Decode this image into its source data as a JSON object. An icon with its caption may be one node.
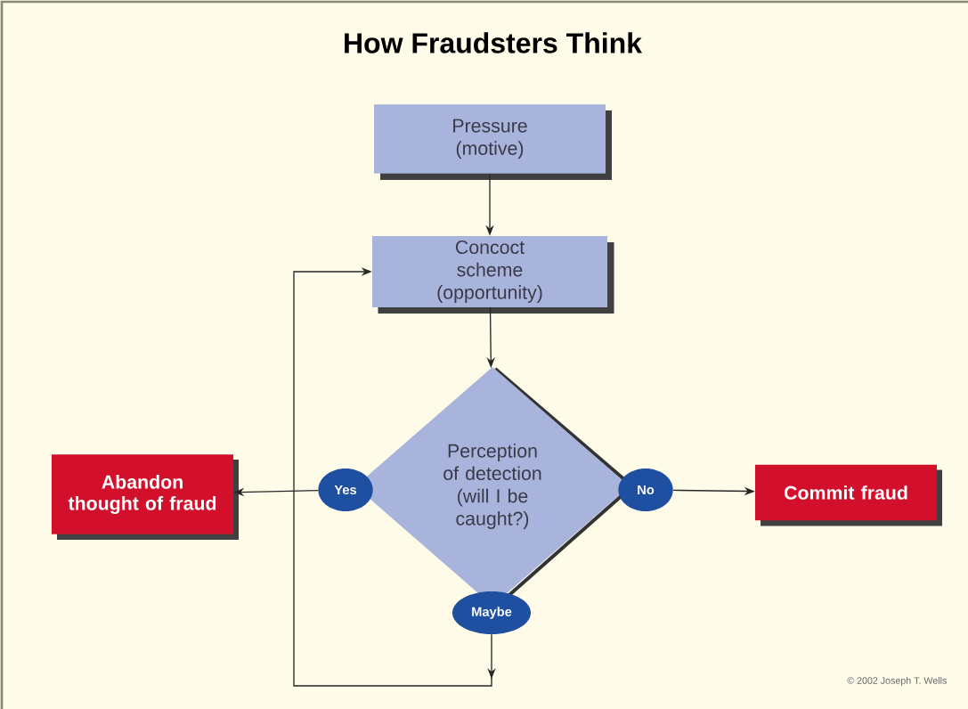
{
  "diagram": {
    "title": "How Fraudsters Think",
    "nodes": [
      {
        "text": [
          "Pressure (motive)"
        ]
      },
      {
        "text": [
          "Concoct scheme (opportunity)"
        ]
      },
      {
        "text": [
          "Perception of detection (will I be caught?)"
        ]
      },
      {
        "text": [
          "Yes"
        ]
      },
      {
        "text": [
          "No"
        ]
      },
      {
        "text": [
          "Maybe"
        ]
      },
      {
        "text": [
          "Abandon thought of fraud"
        ]
      },
      {
        "text": [
          "Commit fraud"
        ]
      }
    ],
    "edges": [
      {
        "from": 0,
        "to": 1,
        "arrow": "to"
      },
      {
        "from": 1,
        "to": 2,
        "arrow": "to"
      },
      {
        "from": 3,
        "to": 6,
        "arrow": "to"
      },
      {
        "from": 4,
        "to": 7,
        "arrow": "to"
      },
      {
        "from": 5,
        "to": 1,
        "arrow": "to"
      }
    ],
    "labels": [
      "© 2002 Joseph T. Wells"
    ]
  }
}
